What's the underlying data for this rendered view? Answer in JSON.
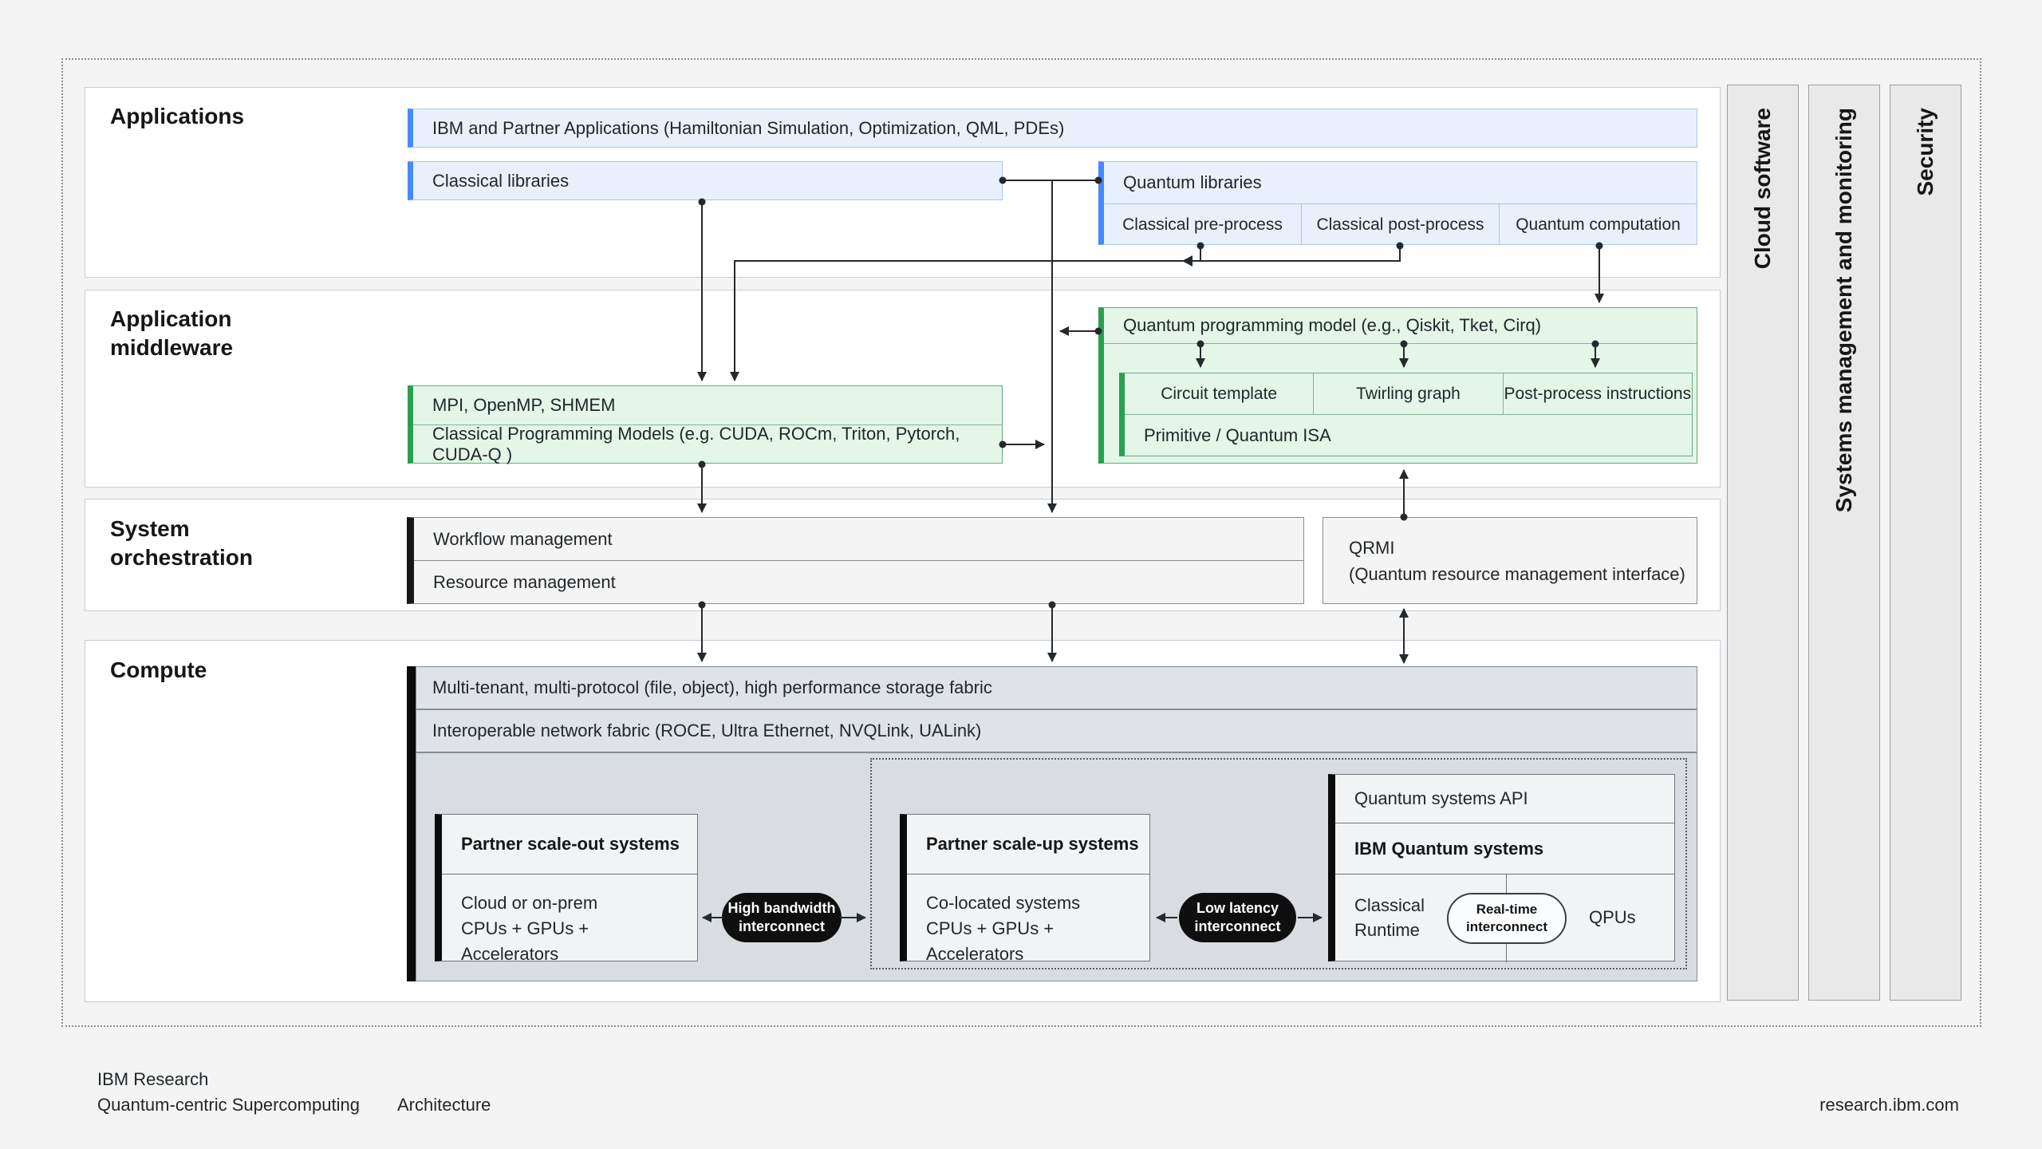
{
  "footer": {
    "org": "IBM Research",
    "product": "Quantum-centric Supercomputing",
    "doc_type": "Architecture",
    "site": "research.ibm.com"
  },
  "side_columns": {
    "cloud": "Cloud software",
    "systems": "Systems management and monitoring",
    "security": "Security"
  },
  "applications": {
    "title": "Applications",
    "ibm_partner_apps": "IBM and Partner Applications (Hamiltonian Simulation, Optimization, QML, PDEs)",
    "classical_libraries": "Classical libraries",
    "quantum_libraries": {
      "title": "Quantum libraries",
      "cells": [
        "Classical pre-process",
        "Classical post-process",
        "Quantum computation"
      ]
    }
  },
  "middleware": {
    "title": "Application middleware",
    "classical_models": {
      "rows": [
        "MPI, OpenMP, SHMEM",
        "Classical Programming Models (e.g. CUDA, ROCm, Triton, Pytorch, CUDA-Q )"
      ]
    },
    "quantum_model": {
      "title": "Quantum programming model (e.g., Qiskit, Tket, Cirq)",
      "cells": [
        "Circuit template",
        "Twirling graph",
        "Post-process instructions"
      ],
      "primitive": "Primitive / Quantum ISA"
    }
  },
  "orchestration": {
    "title": "System orchestration",
    "rows": [
      "Workflow management",
      "Resource management"
    ],
    "qrmi": {
      "line1": "QRMI",
      "line2": "(Quantum resource management interface)"
    }
  },
  "compute": {
    "title": "Compute",
    "storage_fabric": "Multi-tenant, multi-protocol (file, object), high performance storage fabric",
    "network_fabric": "Interoperable network fabric (ROCE, Ultra Ethernet, NVQLink, UALink)",
    "scale_out": {
      "title": "Partner scale-out systems",
      "body_line1": "Cloud or on-prem",
      "body_line2": "CPUs + GPUs + Accelerators"
    },
    "hb_pill": {
      "line1": "High bandwidth",
      "line2": "interconnect"
    },
    "scale_up": {
      "title": "Partner scale-up systems",
      "body_line1": "Co-located systems",
      "body_line2": "CPUs + GPUs + Accelerators"
    },
    "ll_pill": {
      "line1": "Low latency",
      "line2": "interconnect"
    },
    "ibm_quantum": {
      "api": "Quantum systems API",
      "title": "IBM Quantum systems",
      "classical_runtime_line1": "Classical",
      "classical_runtime_line2": "Runtime",
      "rt_pill_line1": "Real-time",
      "rt_pill_line2": "interconnect",
      "qpus": "QPUs"
    }
  },
  "colors": {
    "blue_accent": "#4589ff",
    "blue_bg": "#e8f1fb",
    "green_accent": "#28a04e",
    "green_bg": "#e3f6e8",
    "gray_bar_bg": "#dfe3e7",
    "panel_bg": "#d9dde1",
    "line": "#24292e"
  }
}
